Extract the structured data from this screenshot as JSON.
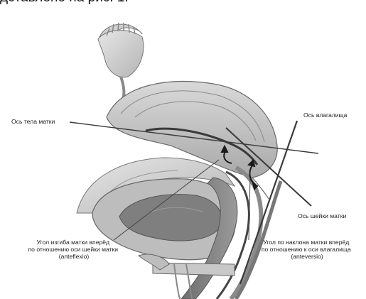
{
  "heading": "дставлено на рис. 1.",
  "labels": {
    "uterus_body_axis": "Ось тела матки",
    "vagina_axis": "Ось влагалища",
    "cervix_axis": "Ось шейки матки",
    "anteflexio": [
      "Угол изгиба матки вперёд",
      "по отношению оси шейки матки",
      "(anteflexio)"
    ],
    "anteversio": [
      "Угол по наклона матки вперёд",
      "по отношению к оси влагалища",
      "(anteversio)"
    ]
  }
}
